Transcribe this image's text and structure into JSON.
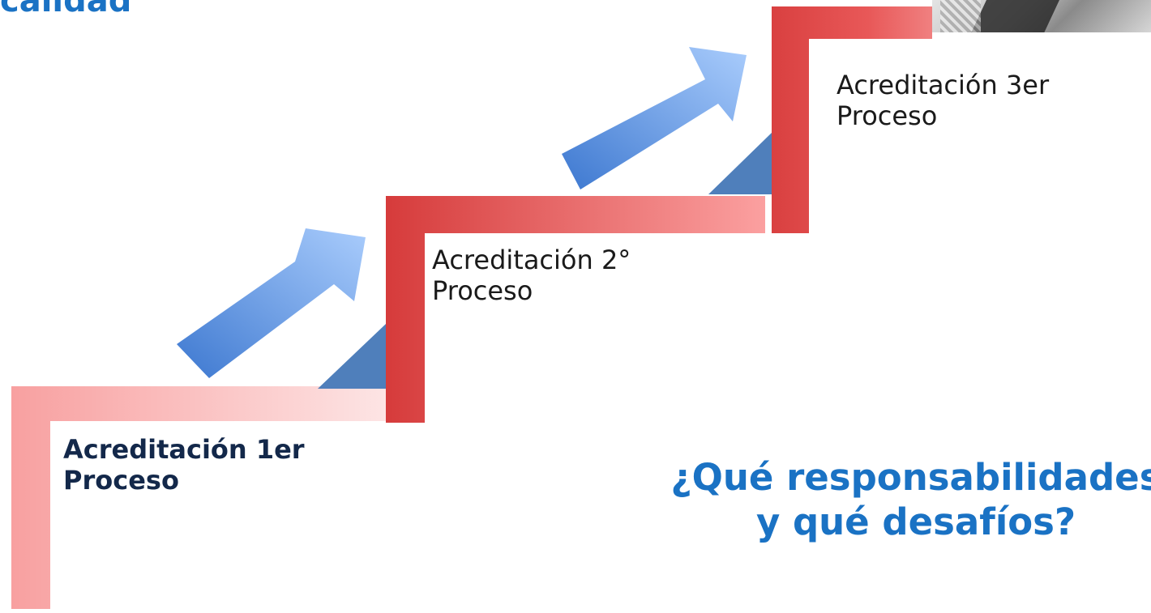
{
  "title": "calidad",
  "steps": [
    {
      "line1": "Acreditación 1er",
      "line2": "Proceso"
    },
    {
      "line1": "Acreditación 2°",
      "line2": "Proceso"
    },
    {
      "line1": "Acreditación 3er",
      "line2": "Proceso"
    }
  ],
  "question": {
    "line1": "¿Qué responsabilidades",
    "line2": "y qué desafíos?"
  },
  "colors": {
    "accent_blue": "#1a72c4",
    "step_red": "#d94040",
    "step_pink": "#f7a8a8",
    "arrow_dark": "#3c78cf",
    "arrow_light": "#a8cbfb",
    "ramp": "#4f7fbb"
  }
}
